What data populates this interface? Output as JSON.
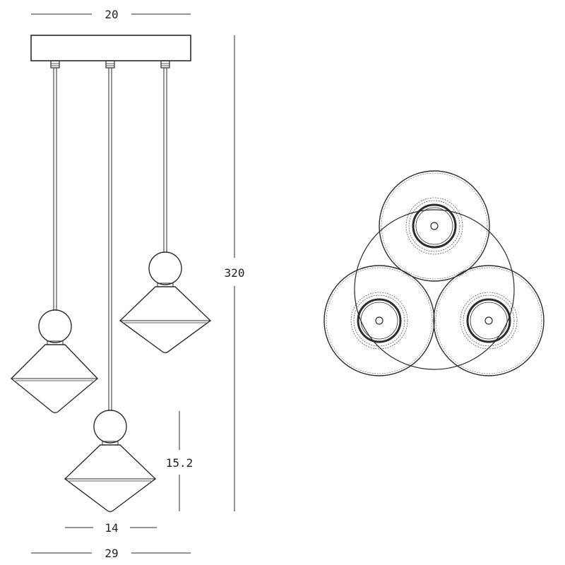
{
  "dimensions": {
    "canopy_width": "20",
    "total_height": "320",
    "shade_height": "15.2",
    "shade_width": "14",
    "overall_width": "29"
  },
  "colors": {
    "line": "#2b2b2b",
    "thin_line": "#555555",
    "background": "#ffffff"
  }
}
